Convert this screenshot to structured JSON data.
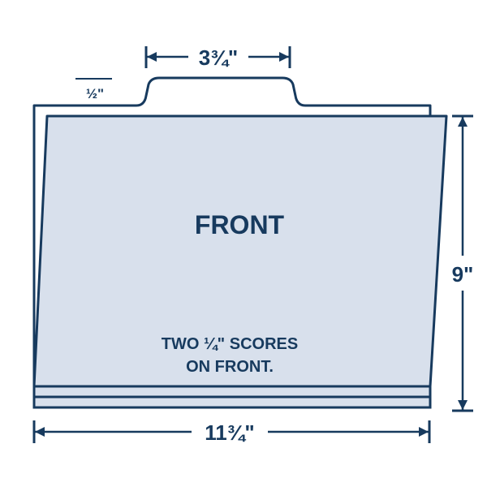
{
  "diagram": {
    "front_label": "FRONT",
    "scores_note_line1": "TWO ¼\" SCORES",
    "scores_note_line2": "ON FRONT.",
    "tab_offset_label": "½\"",
    "tab_width_label": "3¾\"",
    "height_label": "9\"",
    "width_label": "11¾\"",
    "colors": {
      "outline": "#173a5e",
      "front_fill": "#d8e0ec",
      "back_fill": "#ffffff",
      "text": "#173a5e"
    }
  }
}
